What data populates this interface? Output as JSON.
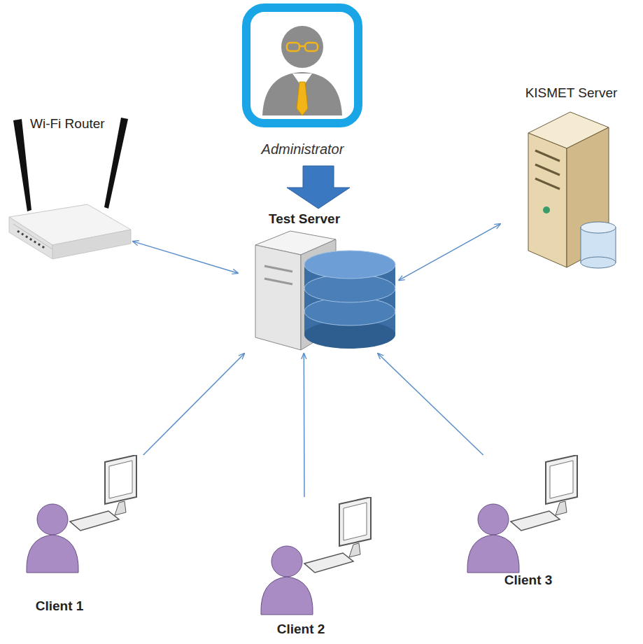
{
  "diagram": {
    "nodes": [
      {
        "text": [
          "Administrator"
        ]
      },
      {
        "text": [
          "Wi-Fi Router"
        ]
      },
      {
        "text": [
          "KISMET Server"
        ]
      },
      {
        "text": [
          "Test Server"
        ]
      },
      {
        "text": [
          "Client 1"
        ]
      },
      {
        "text": [
          "Client 2"
        ]
      },
      {
        "text": [
          "Client 3"
        ]
      }
    ],
    "edges": [
      {
        "from": 0,
        "to": 3,
        "arrow": "to"
      },
      {
        "from": 1,
        "to": 3,
        "arrow": "both"
      },
      {
        "from": 3,
        "to": 2,
        "arrow": "both"
      },
      {
        "from": 4,
        "to": 3,
        "arrow": "to"
      },
      {
        "from": 5,
        "to": 3,
        "arrow": "to"
      },
      {
        "from": 6,
        "to": 3,
        "arrow": "to"
      }
    ]
  }
}
